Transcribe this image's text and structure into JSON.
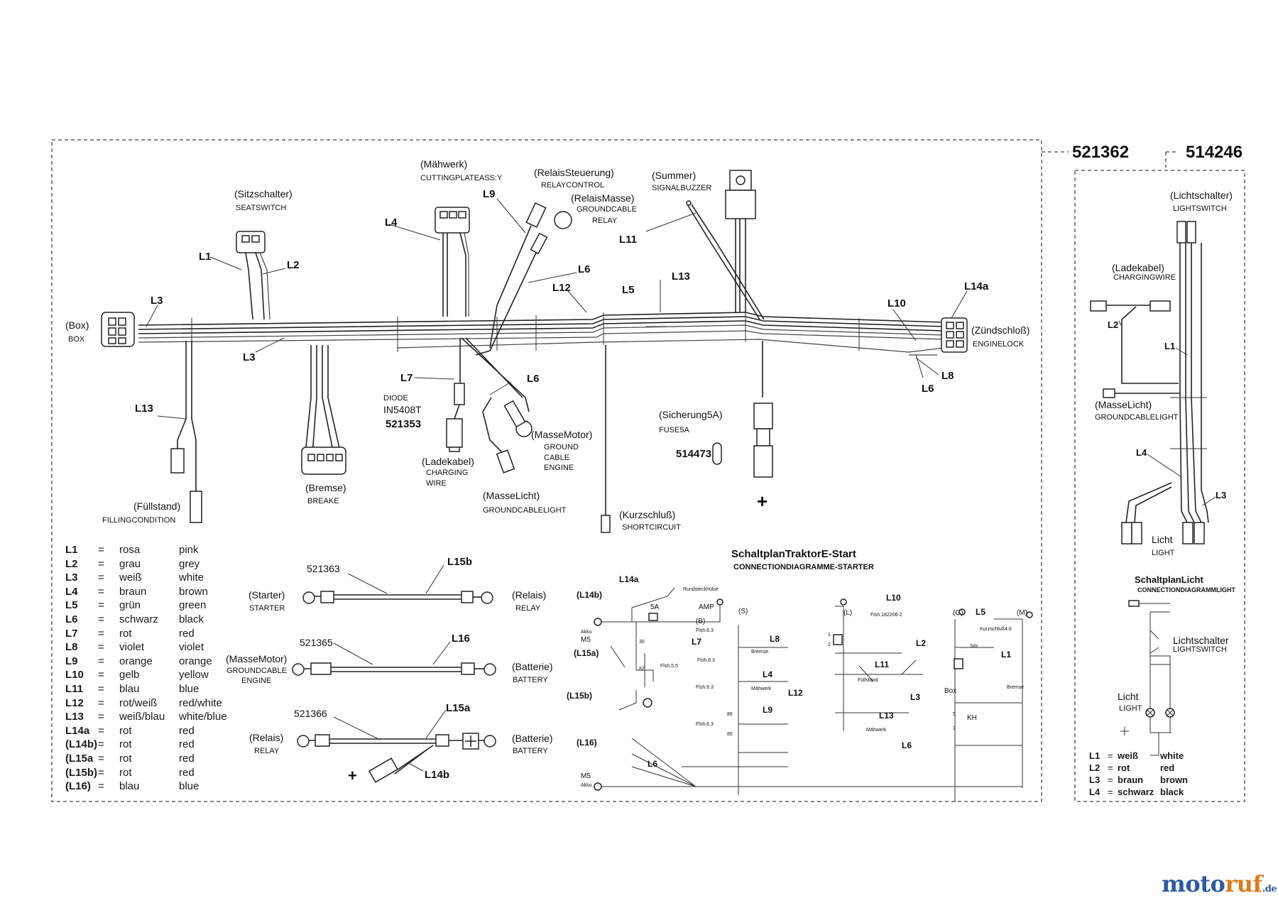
{
  "part_numbers": {
    "main_harness": "521362",
    "light_harness": "514246"
  },
  "components": {
    "box": {
      "de": "(Box)",
      "en": "BOX"
    },
    "seat_switch": {
      "de": "(Sitzschalter)",
      "en": "SEATSWITCH"
    },
    "cutting_plate": {
      "de": "(Mähwerk)",
      "en": "CUTTINGPLATEASS:Y"
    },
    "relay_control": {
      "de": "(RelaisSteuerung)",
      "en": "RELAYCONTROL"
    },
    "relay_ground": {
      "de": "(RelaisMasse)",
      "en1": "GROUNDCABLE",
      "en2": "RELAY"
    },
    "buzzer": {
      "de": "(Summer)",
      "en": "SIGNALBUZZER"
    },
    "ignition": {
      "de": "(Zündschloß)",
      "en": "ENGINELOCK"
    },
    "filling": {
      "de": "(Füllstand)",
      "en": "FILLINGCONDITION"
    },
    "brake": {
      "de": "(Bremse)",
      "en": "BREAKE"
    },
    "diode": {
      "label": "DIODE",
      "type": "IN5408T",
      "part": "521353"
    },
    "charging": {
      "de": "(Ladekabel)",
      "en1": "CHARGING",
      "en2": "WIRE"
    },
    "ground_motor": {
      "de": "(MasseMotor)",
      "en1": "GROUND",
      "en2": "CABLE",
      "en3": "ENGINE"
    },
    "ground_light": {
      "de": "(MasseLicht)",
      "en": "GROUNDCABLELIGHT"
    },
    "fuse": {
      "de": "(Sicherung5A)",
      "en": "FUSE5A",
      "part": "514473"
    },
    "short_circuit": {
      "de": "(Kurzschluß)",
      "en": "SHORTCIRCUIT"
    },
    "plus": "+"
  },
  "wire_tags": {
    "L1": "L1",
    "L2": "L2",
    "L3": "L3",
    "L4": "L4",
    "L5": "L5",
    "L6": "L6",
    "L7": "L7",
    "L8": "L8",
    "L9": "L9",
    "L10": "L10",
    "L11": "L11",
    "L12": "L12",
    "L13": "L13",
    "L14a": "L14a"
  },
  "cables": {
    "c1": {
      "part": "521363",
      "tag": "L15b",
      "left_de": "(Starter)",
      "left_en": "STARTER",
      "right_de": "(Relais)",
      "right_en": "RELAY"
    },
    "c2": {
      "part": "521365",
      "tag": "L16",
      "left_de": "(MasseMotor)",
      "left_en1": "GROUNDCABLE",
      "left_en2": "ENGINE",
      "right_de": "(Batterie)",
      "right_en": "BATTERY"
    },
    "c3": {
      "part": "521366",
      "tag": "L15a",
      "tag2": "L14b",
      "left_de": "(Relais)",
      "left_en": "RELAY",
      "right_de": "(Batterie)",
      "right_en": "BATTERY"
    }
  },
  "legend": [
    {
      "code": "L1",
      "eq": "=",
      "de": "rosa",
      "en": "pink"
    },
    {
      "code": "L2",
      "eq": "=",
      "de": "grau",
      "en": "grey"
    },
    {
      "code": "L3",
      "eq": "=",
      "de": "weiß",
      "en": "white"
    },
    {
      "code": "L4",
      "eq": "=",
      "de": "braun",
      "en": "brown"
    },
    {
      "code": "L5",
      "eq": "=",
      "de": "grün",
      "en": "green"
    },
    {
      "code": "L6",
      "eq": "=",
      "de": "schwarz",
      "en": "black"
    },
    {
      "code": "L7",
      "eq": "=",
      "de": "rot",
      "en": "red"
    },
    {
      "code": "L8",
      "eq": "=",
      "de": "violet",
      "en": "violet"
    },
    {
      "code": "L9",
      "eq": "=",
      "de": "orange",
      "en": "orange"
    },
    {
      "code": "L10",
      "eq": "=",
      "de": "gelb",
      "en": "yellow"
    },
    {
      "code": "L11",
      "eq": "=",
      "de": "blau",
      "en": "blue"
    },
    {
      "code": "L12",
      "eq": "=",
      "de": "rot/weiß",
      "en": "red/white"
    },
    {
      "code": "L13",
      "eq": "=",
      "de": "weiß/blau",
      "en": "white/blue"
    },
    {
      "code": "L14a",
      "eq": "=",
      "de": "rot",
      "en": "red"
    },
    {
      "code": "(L14b)",
      "eq": "=",
      "de": "rot",
      "en": "red"
    },
    {
      "code": "(L15a",
      "eq": "=",
      "de": "rot",
      "en": "red"
    },
    {
      "code": "(L15b)",
      "eq": "=",
      "de": "rot",
      "en": "red"
    },
    {
      "code": "(L16)",
      "eq": "=",
      "de": "blau",
      "en": "blue"
    }
  ],
  "schematic": {
    "title": "SchaltplanTraktorE-Start",
    "subtitle": "CONNECTIONDIAGRAMME-STARTER",
    "labels": {
      "l14b": "(L14b)",
      "l14a": "L14a",
      "akku": "Akku",
      "m5": "M5",
      "l15a": "(L15a)",
      "l15b": "(L15b)",
      "l16": "(L16)",
      "rund": "Rundsteckhülse",
      "amp": "AMP",
      "fivea": "5A",
      "b": "(B)",
      "flh63": "Flsh.6.3",
      "s": "(S)",
      "l7": "L7",
      "l8": "L8",
      "bremse": "Bremse",
      "l4": "L4",
      "maehwerk": "Mähwerk",
      "l9": "L9",
      "l6": "L6",
      "l10": "L10",
      "l": "(L)",
      "flh182206": "Flsh.182206-2",
      "l11": "L11",
      "fuellstand": "Füllstand",
      "l12": "L12",
      "l13": "L13",
      "g": "(G)",
      "m": "(M)",
      "l5": "L5",
      "kurz": "Kurzschluß4.8",
      "sitz": "Sitz",
      "l2": "L2",
      "l1": "L1",
      "l3": "L3",
      "box": "Box",
      "kh": "KH",
      "n30": "30",
      "n87": "87",
      "n86": "86",
      "n85": "85",
      "n1": "1",
      "n2": "2",
      "n5": "5",
      "n3": "3",
      "flh55": "Flsh.5.5"
    }
  },
  "light_diagram": {
    "light_switch": {
      "de": "(Lichtschalter)",
      "en": "LIGHTSWITCH"
    },
    "charging": {
      "de": "(Ladekabel)",
      "en": "CHARGINGWIRE"
    },
    "ground_light": {
      "de": "(MasseLicht)",
      "en": "GROUNDCABLELIGHT"
    },
    "light": {
      "de": "Licht",
      "en": "LIGHT"
    },
    "tags": {
      "L1": "L1",
      "L2": "L2",
      "L3": "L3",
      "L4": "L4"
    },
    "schematic_title": "SchaltplanLicht",
    "schematic_subtitle": "CONNECTIONDIAGRAMMLIGHT",
    "switch_de": "Lichtschalter",
    "switch_en": "LIGHTSWITCH",
    "light_de": "Licht",
    "light_en": "LIGHT",
    "legend": [
      {
        "code": "L1",
        "eq": "=",
        "de": "weiß",
        "en": "white"
      },
      {
        "code": "L2",
        "eq": "=",
        "de": "rot",
        "en": "red"
      },
      {
        "code": "L3",
        "eq": "=",
        "de": "braun",
        "en": "brown"
      },
      {
        "code": "L4",
        "eq": "=",
        "de": "schwarz",
        "en": "black"
      }
    ]
  },
  "logo": {
    "brand_a": "moto",
    "brand_b": "ruf",
    "tld": ".de"
  }
}
